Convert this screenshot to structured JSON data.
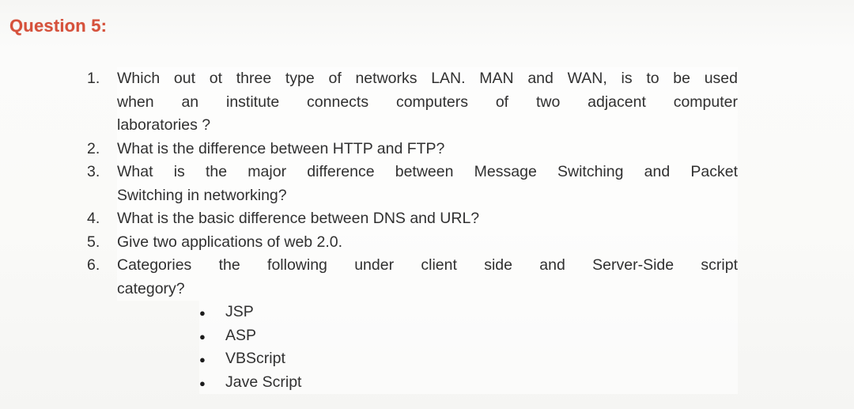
{
  "page": {
    "title": "Question 5:",
    "accent_color": "#d6513b",
    "text_color": "#303030",
    "background_color": "#f9f9f7"
  },
  "questions": {
    "items": [
      {
        "number": "1.",
        "lines": [
          "Which out ot three type of networks LAN. MAN and WAN, is to be used",
          "when an institute connects computers of two adjacent computer",
          "laboratories ?"
        ]
      },
      {
        "number": "2.",
        "lines": [
          "What is the difference between HTTP and FTP?"
        ]
      },
      {
        "number": "3.",
        "lines": [
          "What is the major difference between Message Switching and Packet",
          "Switching in networking?"
        ]
      },
      {
        "number": "4.",
        "lines": [
          "What is the basic difference between DNS and URL?"
        ]
      },
      {
        "number": "5.",
        "lines": [
          "Give two applications of web 2.0."
        ]
      },
      {
        "number": "6.",
        "lines": [
          "Categories the following under client side and Server-Side script",
          "category?"
        ]
      }
    ],
    "sub_bullets": {
      "bullet_glyph": "●",
      "items": [
        "JSP",
        "ASP",
        "VBScript",
        "Jave Script"
      ]
    }
  }
}
